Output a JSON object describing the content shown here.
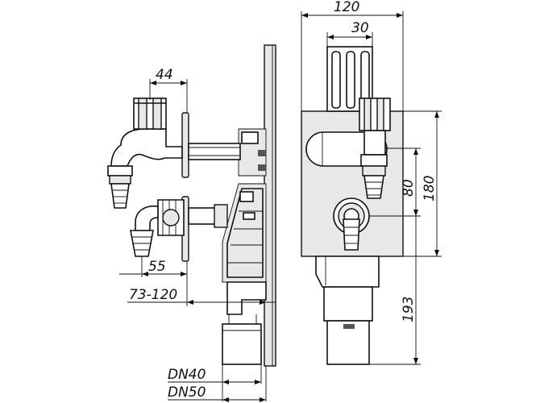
{
  "dimensions": {
    "top_width": "120",
    "bracket_width": "30",
    "tap_width": "44",
    "depth_inner": "80",
    "depth_total": "180",
    "outlet_offset": "55",
    "wall_range": "73-120",
    "overall_height": "193",
    "pipe_dn40": "DN40",
    "pipe_dn50": "DN50"
  },
  "colors": {
    "line": "#111111",
    "fill": "#e8e8e8",
    "background": "#ffffff"
  }
}
